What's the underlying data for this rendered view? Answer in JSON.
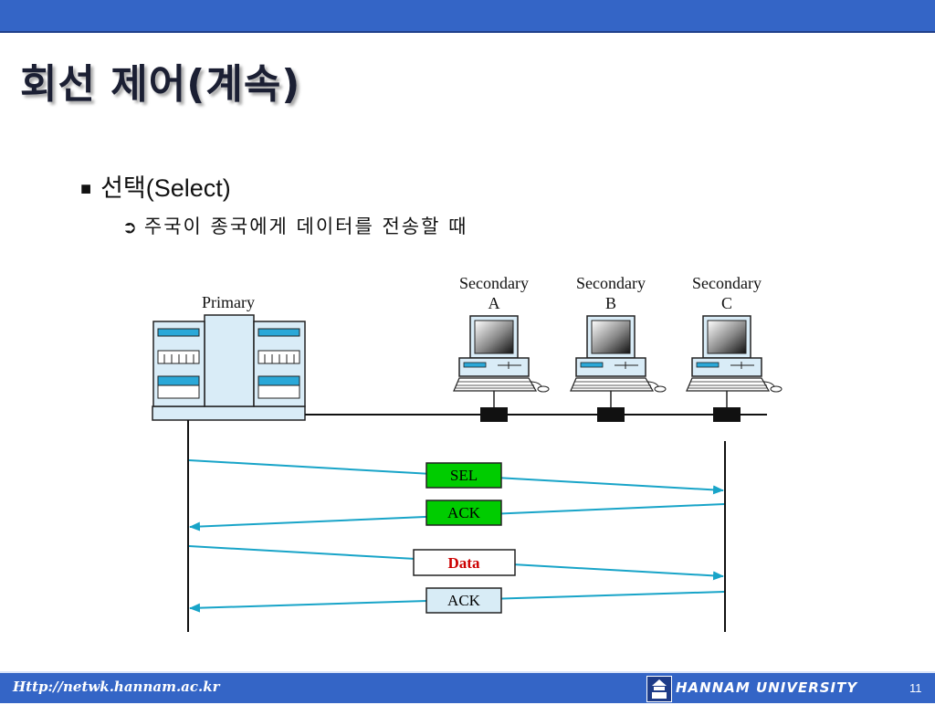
{
  "slide": {
    "title": "회선 제어(계속)",
    "bullet1_marker": "■",
    "bullet1": "선택(Select)",
    "bullet2_marker": "➲",
    "bullet2": "주국이 종국에게 데이터를 전송할 때"
  },
  "diagram": {
    "primary_label": "Primary",
    "secondaries": [
      {
        "label1": "Secondary",
        "label2": "A"
      },
      {
        "label1": "Secondary",
        "label2": "B"
      },
      {
        "label1": "Secondary",
        "label2": "C"
      }
    ],
    "messages": [
      {
        "label": "SEL",
        "direction": "primary-to-secondary",
        "fill": "#00cc00",
        "text_color": "#000000"
      },
      {
        "label": "ACK",
        "direction": "secondary-to-primary",
        "fill": "#00cc00",
        "text_color": "#000000"
      },
      {
        "label": "Data",
        "direction": "primary-to-secondary",
        "fill": "#ffffff",
        "text_color": "#cc0000"
      },
      {
        "label": "ACK",
        "direction": "secondary-to-primary",
        "fill": "#d8ecf6",
        "text_color": "#000000"
      }
    ],
    "arrow_color": "#18a4c8"
  },
  "footer": {
    "url": "Http://netwk.hannam.ac.kr",
    "university": "HANNAM UNIVERSITY",
    "page_number": "11",
    "logo_icon": "hannam-logo-icon"
  }
}
